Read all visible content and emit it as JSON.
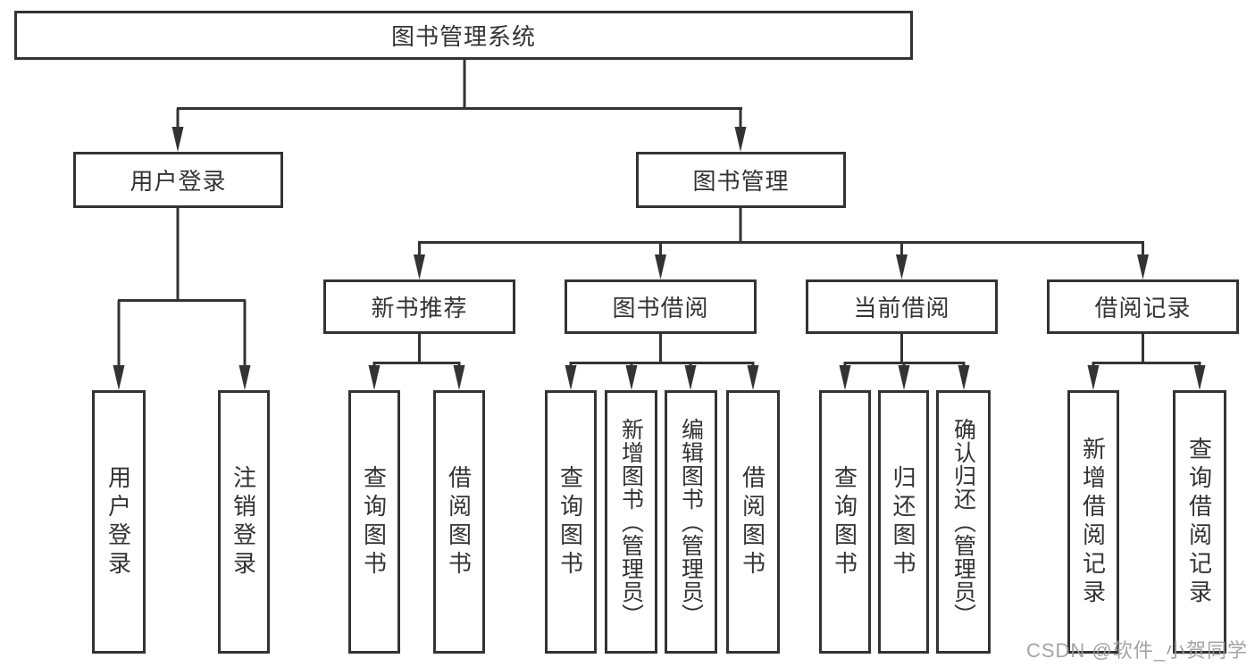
{
  "colors": {
    "line": "#333333",
    "node_border": "#333333",
    "node_text": "#333333",
    "watermark": "#9a9a9a",
    "background": "#ffffff"
  },
  "watermark": {
    "text": "CSDN @软件_小贺同学"
  },
  "tree": {
    "label": "图书管理系统",
    "children": [
      {
        "label": "用户登录",
        "children": [
          {
            "label": "用户登录"
          },
          {
            "label": "注销登录"
          }
        ]
      },
      {
        "label": "图书管理",
        "children": [
          {
            "label": "新书推荐",
            "children": [
              {
                "label": "查询图书"
              },
              {
                "label": "借阅图书"
              }
            ]
          },
          {
            "label": "图书借阅",
            "children": [
              {
                "label": "查询图书"
              },
              {
                "label": "新增图书（管理员）"
              },
              {
                "label": "编辑图书（管理员）"
              },
              {
                "label": "借阅图书"
              }
            ]
          },
          {
            "label": "当前借阅",
            "children": [
              {
                "label": "查询图书"
              },
              {
                "label": "归还图书"
              },
              {
                "label": "确认归还（管理员）"
              }
            ]
          },
          {
            "label": "借阅记录",
            "children": [
              {
                "label": "新增借阅记录"
              },
              {
                "label": "查询借阅记录"
              }
            ]
          }
        ]
      }
    ]
  }
}
